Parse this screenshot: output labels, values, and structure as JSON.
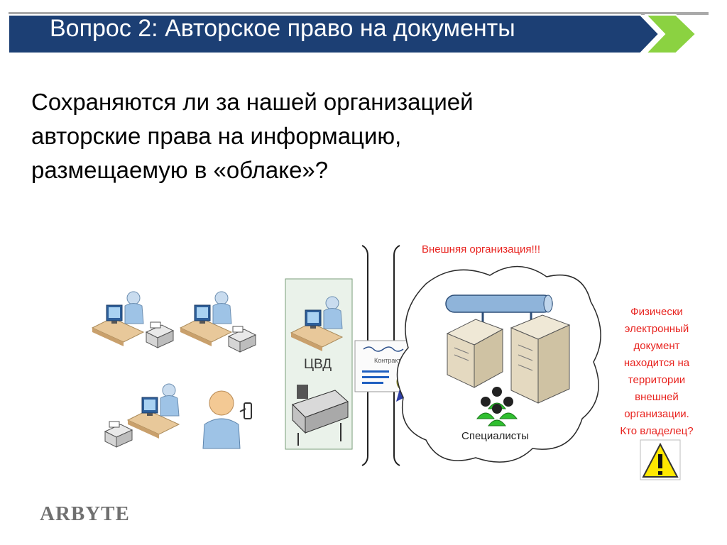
{
  "header": {
    "title": "Вопрос 2: Авторское право на документы"
  },
  "question": {
    "text": "Сохраняются ли за нашей организацией авторские права на информацию, размещаемую в «облаке»?"
  },
  "diagram": {
    "external_org_label": "Внешняя организация!!!",
    "cvd_label": "ЦВД",
    "contract_label": "Контракт",
    "specialists_label": "Специалисты"
  },
  "side_note": {
    "lines": [
      "Физически",
      "электронный",
      "документ",
      "находится на",
      "территории",
      "внешней",
      "организации.",
      "Кто владелец?"
    ]
  },
  "footer": {
    "logo": "ARBYTE"
  },
  "icons": [
    "user-at-desk-icon",
    "printer-icon",
    "person-icon",
    "phone-icon",
    "plotter-icon",
    "certificate-icon",
    "server-icon",
    "network-bus-icon",
    "specialists-icon",
    "warning-icon",
    "cloud-icon"
  ],
  "colors": {
    "header_bg": "#1c3f74",
    "accent_green": "#8bd241",
    "alert_red": "#e8231f",
    "warning_yellow": "#ffe800"
  }
}
